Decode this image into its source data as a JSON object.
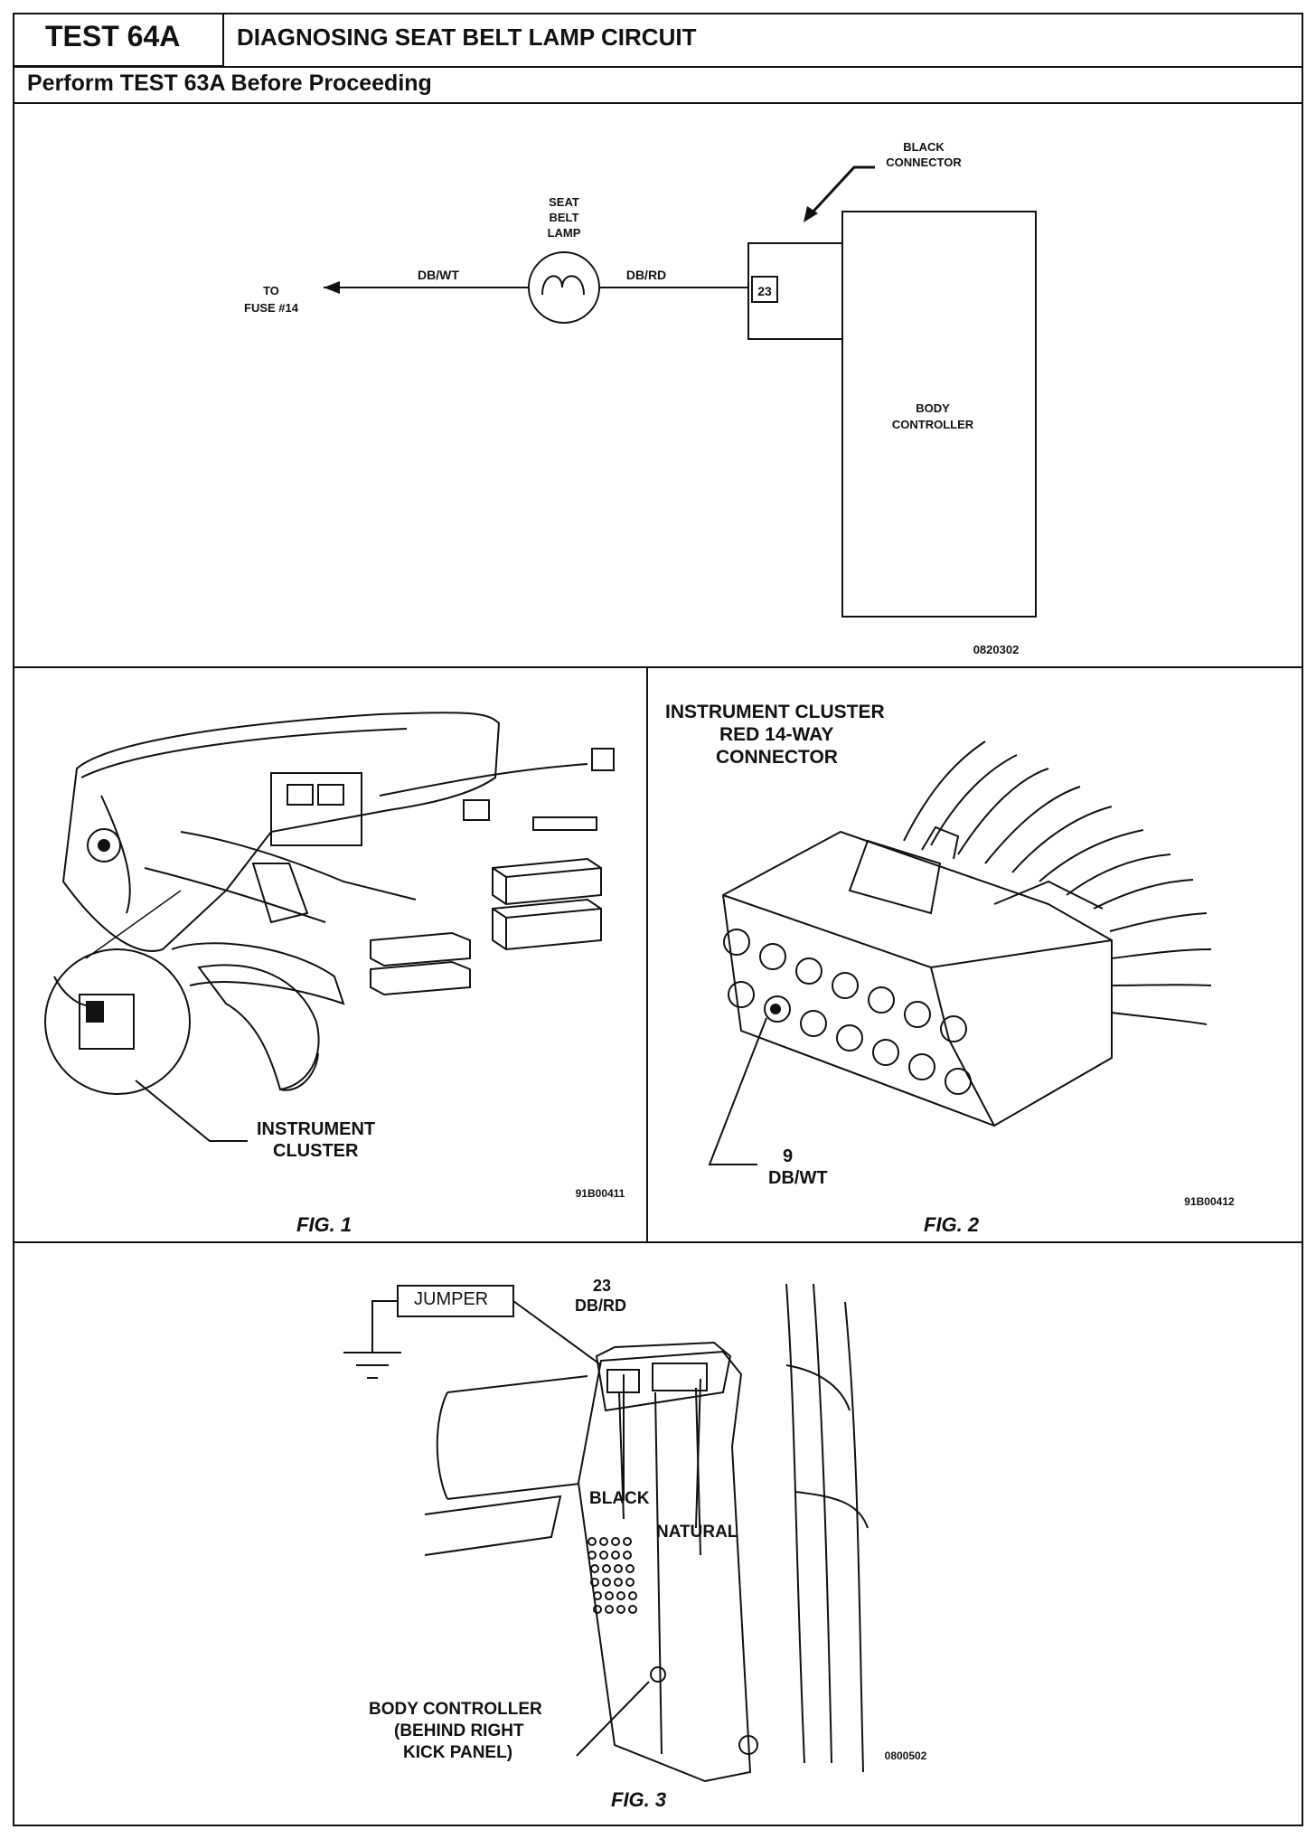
{
  "header": {
    "test_id": "TEST 64A",
    "title": "DIAGNOSING SEAT BELT LAMP CIRCUIT",
    "prerequisite": "Perform TEST 63A Before Proceeding"
  },
  "schematic": {
    "fuse_label_line1": "TO",
    "fuse_label_line2": "FUSE #14",
    "wire_left": "DB/WT",
    "lamp_line1": "SEAT",
    "lamp_line2": "BELT",
    "lamp_line3": "LAMP",
    "wire_right": "DB/RD",
    "pin": "23",
    "connector_line1": "BLACK",
    "connector_line2": "CONNECTOR",
    "controller_line1": "BODY",
    "controller_line2": "CONTROLLER",
    "ref": "0820302"
  },
  "fig1": {
    "callout_line1": "INSTRUMENT",
    "callout_line2": "CLUSTER",
    "ref": "91B00411",
    "caption": "FIG. 1"
  },
  "fig2": {
    "title_line1": "INSTRUMENT CLUSTER",
    "title_line2": "RED 14-WAY",
    "title_line3": "CONNECTOR",
    "pin": "9",
    "wire": "DB/WT",
    "ref": "91B00412",
    "caption": "FIG. 2"
  },
  "fig3": {
    "jumper": "JUMPER",
    "pin": "23",
    "wire": "DB/RD",
    "black": "BLACK",
    "natural": "NATURAL",
    "controller_line1": "BODY CONTROLLER",
    "controller_line2": "(BEHIND RIGHT",
    "controller_line3": "KICK PANEL)",
    "ref": "0800502",
    "caption": "FIG. 3"
  }
}
